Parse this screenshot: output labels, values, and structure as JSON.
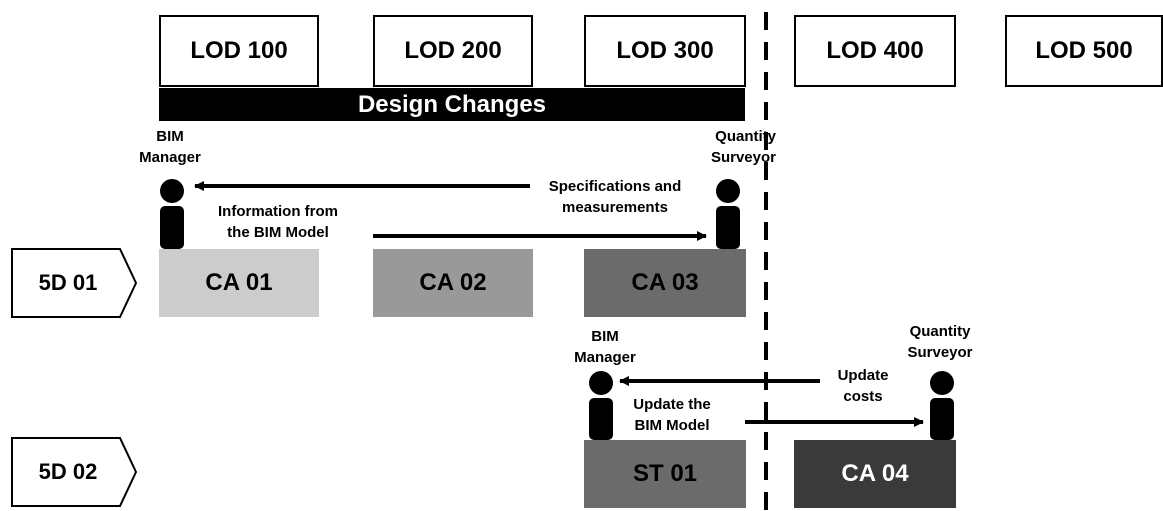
{
  "lod_levels": [
    "LOD 100",
    "LOD 200",
    "LOD 300",
    "LOD 400",
    "LOD 500"
  ],
  "banner": "Design Changes",
  "rows": [
    {
      "label": "5D 01",
      "boxes": [
        "CA 01",
        "CA 02",
        "CA 03"
      ]
    },
    {
      "label": "5D 02",
      "boxes": [
        "ST 01",
        "CA 04"
      ]
    }
  ],
  "flow1": {
    "left_role": [
      "BIM",
      "Manager"
    ],
    "right_role": [
      "Quantity",
      "Surveyor"
    ],
    "top_message": [
      "Specifications and",
      "measurements"
    ],
    "bottom_message": [
      "Information from",
      "the BIM Model"
    ]
  },
  "flow2": {
    "left_role": [
      "BIM",
      "Manager"
    ],
    "right_role": [
      "Quantity",
      "Surveyor"
    ],
    "top_message": [
      "Update",
      "costs"
    ],
    "bottom_message": [
      "Update the",
      "BIM Model"
    ]
  },
  "colors": {
    "CA 01": "#cccccc",
    "CA 02": "#999999",
    "CA 03": "#6b6b6b",
    "ST 01": "#6b6b6b",
    "CA 04": "#3a3a3a"
  }
}
